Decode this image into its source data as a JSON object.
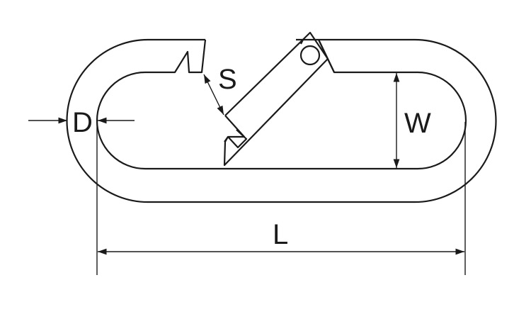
{
  "diagram": {
    "subject": "snap-hook",
    "labels": {
      "d": "D",
      "s": "S",
      "w": "W",
      "l": "L"
    },
    "colors": {
      "line": "#1a1a1a",
      "background": "#ffffff"
    }
  }
}
